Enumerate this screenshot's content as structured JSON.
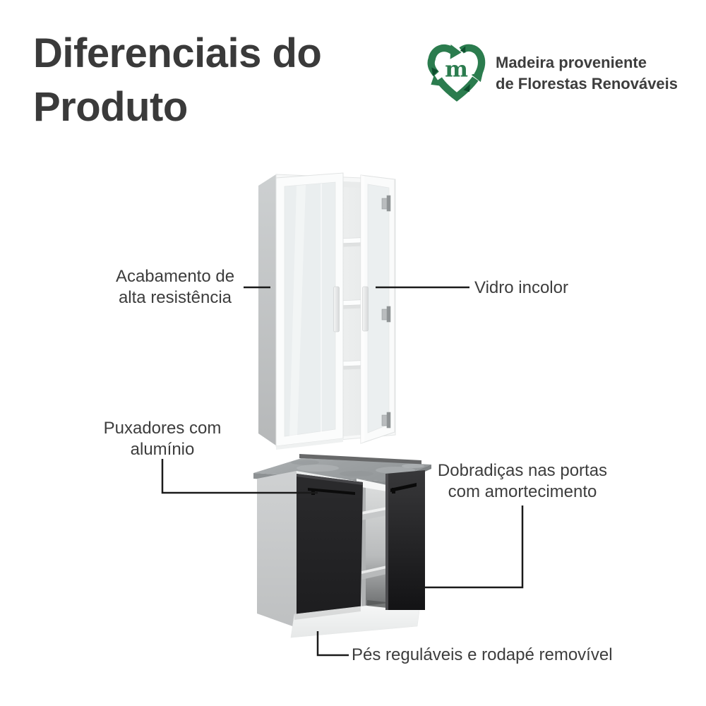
{
  "title": {
    "text": "Diferenciais do\nProduto"
  },
  "logo": {
    "icon": "recycle-heart-icon",
    "letter": "m",
    "text": "Madeira proveniente\nde Florestas Renováveis"
  },
  "callouts": [
    {
      "id": "acabamento",
      "label": "Acabamento de\nalta resistência"
    },
    {
      "id": "vidro",
      "label": "Vidro incolor"
    },
    {
      "id": "puxadores",
      "label": "Puxadores com\nalumínio"
    },
    {
      "id": "dobradicas",
      "label": "Dobradiças nas portas\ncom amortecimento"
    },
    {
      "id": "pes",
      "label": "Pés reguláveis e rodapé removível"
    }
  ],
  "colors": {
    "accent_green": "#2b7c4e",
    "dark_green": "#0e4f2e",
    "title_text": "#3a3a3a",
    "label_text": "#3d3d3d",
    "callout_line": "#1a1a1a",
    "door_black": "#242426",
    "countertop_gray": "#a0a4a6",
    "cabinet_white": "#fafafa",
    "side_panel_gray": "#c6c8c9"
  }
}
